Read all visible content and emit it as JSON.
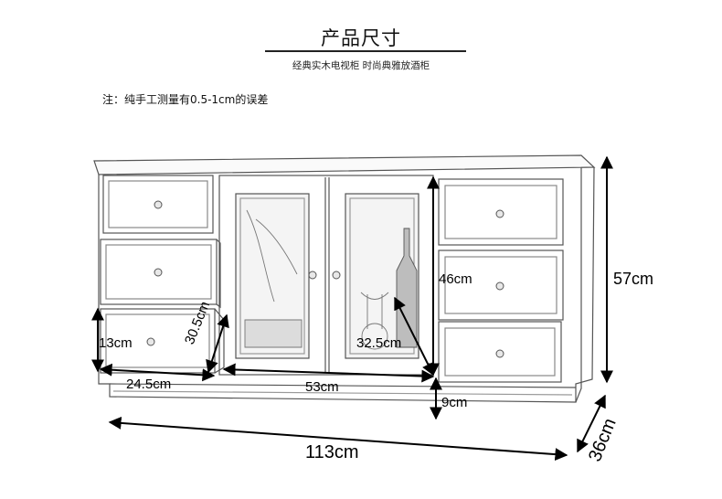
{
  "header": {
    "title": "产品尺寸",
    "subtitle": "经典实木电视柜  时尚典雅放酒柜"
  },
  "note": "注：纯手工测量有0.5-1cm的误差",
  "dimensions": {
    "drawer_height": "13cm",
    "drawer_depth": "30.5cm",
    "drawer_width": "24.5cm",
    "door_width": "53cm",
    "door_diagonal": "32.5cm",
    "door_height": "46cm",
    "base_height": "9cm",
    "total_width": "113cm",
    "total_height": "57cm",
    "total_depth": "36cm"
  }
}
